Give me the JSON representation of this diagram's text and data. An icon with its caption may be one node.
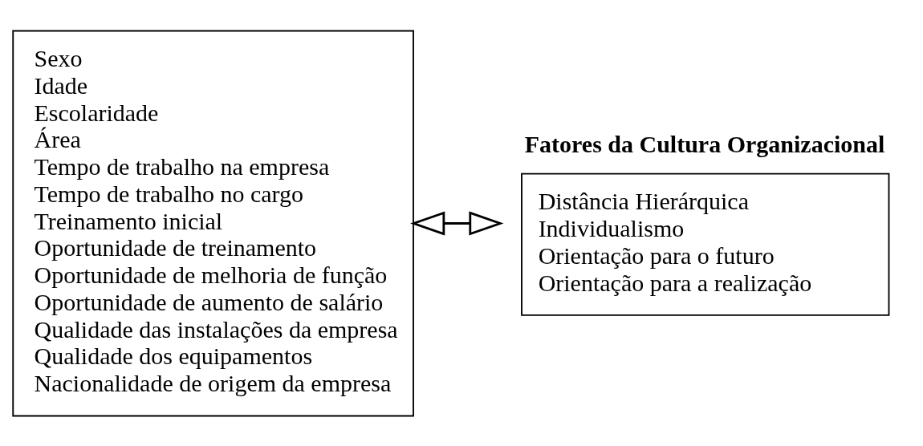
{
  "diagram": {
    "nodes": [
      {
        "text": [
          "Sexo",
          "Idade",
          "Escolaridade",
          "Área",
          "Tempo de trabalho na empresa",
          "Tempo de trabalho no cargo",
          "Treinamento inicial",
          "Oportunidade de treinamento",
          "Oportunidade de melhoria de função",
          "Oportunidade de aumento de salário",
          "Qualidade das instalações da empresa",
          "Qualidade dos equipamentos",
          "Nacionalidade de origem da empresa"
        ]
      },
      {
        "text": [
          "Fatores da Cultura Organizacional",
          "Distância Hierárquica",
          "Individualismo",
          "Orientação para o futuro",
          "Orientação para a realização"
        ]
      }
    ],
    "edges": [
      {
        "from": 0,
        "to": 1,
        "arrow": "both"
      }
    ]
  }
}
